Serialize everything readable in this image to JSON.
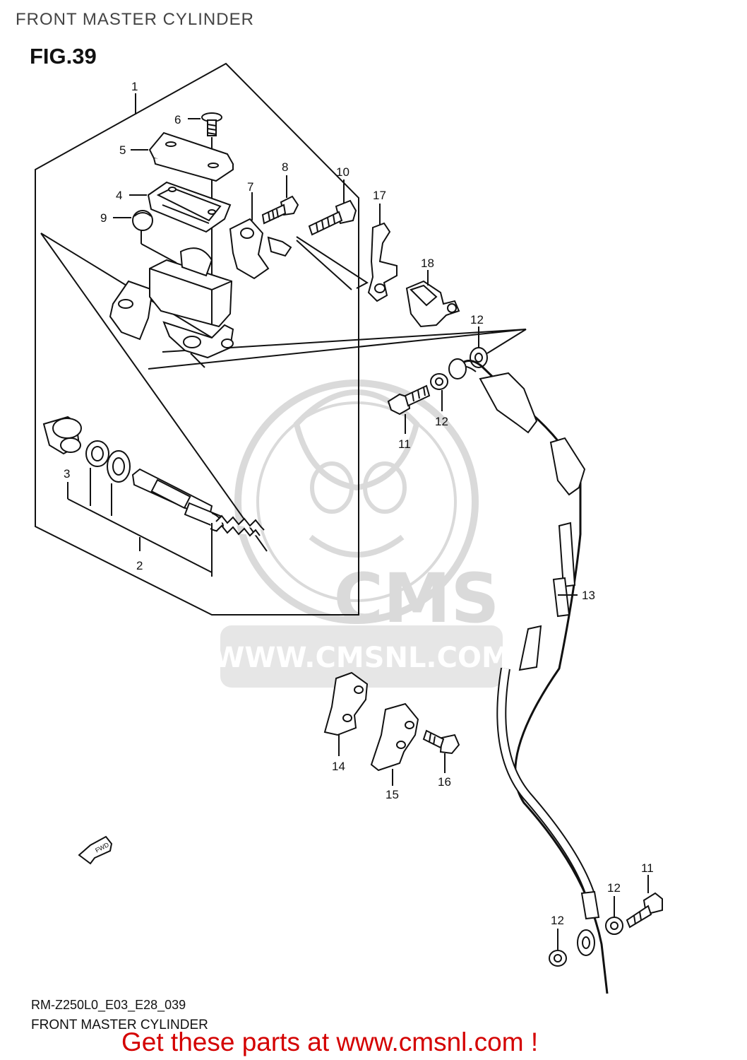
{
  "header": {
    "title": "FRONT MASTER CYLINDER",
    "figure": "FIG.39"
  },
  "footer": {
    "code": "RM-Z250L0_E03_E28_039",
    "title": "FRONT MASTER CYLINDER",
    "cta": "Get these parts at www.cmsnl.com !"
  },
  "watermark": {
    "brand": "CMS",
    "url": "WWW.CMSNL.COM"
  },
  "direction_badge": "FWD",
  "callouts": {
    "c1": "1",
    "c2": "2",
    "c3": "3",
    "c4": "4",
    "c5": "5",
    "c6": "6",
    "c7": "7",
    "c8": "8",
    "c9": "9",
    "c10": "10",
    "c11a": "11",
    "c11b": "11",
    "c12a": "12",
    "c12b": "12",
    "c12c": "12",
    "c12d": "12",
    "c13": "13",
    "c14": "14",
    "c15": "15",
    "c16": "16",
    "c17": "17",
    "c18": "18"
  },
  "colors": {
    "ink": "#111111",
    "watermark": "#d9d9d9",
    "cta": "#d40000"
  }
}
